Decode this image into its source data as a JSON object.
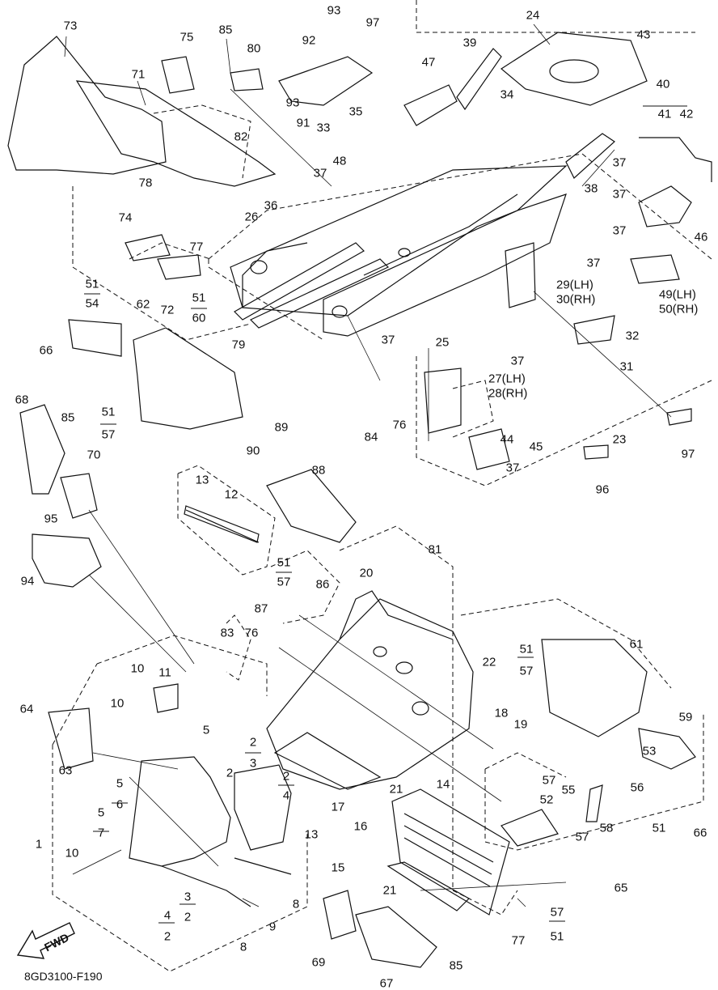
{
  "drawing_code": "8GD3100-F190",
  "fwd_label": "FWD",
  "callouts": {
    "c73": "73",
    "c71": "71",
    "c75": "75",
    "c85a": "85",
    "c80": "80",
    "c93a": "93",
    "c92": "92",
    "c97a": "97",
    "c47": "47",
    "c39": "39",
    "c24": "24",
    "c43": "43",
    "c40": "40",
    "c41": "41",
    "c42": "42",
    "c93b": "93",
    "c91": "91",
    "c33": "33",
    "c35": "35",
    "c34": "34",
    "c82": "82",
    "c48": "48",
    "c37a": "37",
    "c78": "78",
    "c38": "38",
    "c37b": "37",
    "c37c": "37",
    "c46": "46",
    "c74": "74",
    "c26": "26",
    "c36": "36",
    "c77a": "77",
    "c72": "72",
    "c37d": "37",
    "c29": "29(LH)",
    "c30": "30(RH)",
    "c49": "49(LH)",
    "c50": "50(RH)",
    "c51a": "51",
    "c54": "54",
    "c62": "62",
    "c51b": "51",
    "c60": "60",
    "c66a": "66",
    "c79": "79",
    "c25": "25",
    "c37e": "37",
    "c32": "32",
    "c31": "31",
    "c37f": "37",
    "c27": "27(LH)",
    "c28": "28(RH)",
    "c68": "68",
    "c85b": "85",
    "c51c": "51",
    "c57a": "57",
    "c84": "84",
    "c76a": "76",
    "c23": "23",
    "c97b": "97",
    "c89": "89",
    "c44": "44",
    "c45": "45",
    "c70": "70",
    "c90": "90",
    "c88": "88",
    "c37g": "37",
    "c96": "96",
    "c13a": "13",
    "c12": "12",
    "c95": "95",
    "c94": "94",
    "c51d": "51",
    "c57b": "57",
    "c81": "81",
    "c20": "20",
    "c86": "86",
    "c87": "87",
    "c51e": "51",
    "c57c": "57",
    "c61": "61",
    "c83": "83",
    "c76b": "76",
    "c22": "22",
    "c10a": "10",
    "c11": "11",
    "c18": "18",
    "c19": "19",
    "c64": "64",
    "c10b": "10",
    "c59": "59",
    "c5a": "5",
    "c63": "63",
    "c53": "53",
    "c2a": "2",
    "c3a": "3",
    "c2b": "2",
    "c4a": "4",
    "c57d": "57",
    "c5b": "5",
    "c6": "6",
    "c21a": "21",
    "c52": "52",
    "c55": "55",
    "c56": "56",
    "c14": "14",
    "c17": "17",
    "c16": "16",
    "c1": "1",
    "c5c": "5",
    "c7": "7",
    "c13b": "13",
    "c58": "58",
    "c51f": "51",
    "c66b": "66",
    "c57e": "57",
    "c10c": "10",
    "c15": "15",
    "c21b": "21",
    "c65": "65",
    "c3b": "3",
    "c4b": "4",
    "c2c": "2",
    "c2d": "2",
    "c8a": "8",
    "c9": "9",
    "c8b": "8",
    "c57f": "57",
    "c51g": "51",
    "c77b": "77",
    "c69": "69",
    "c85c": "85",
    "c67": "67"
  }
}
